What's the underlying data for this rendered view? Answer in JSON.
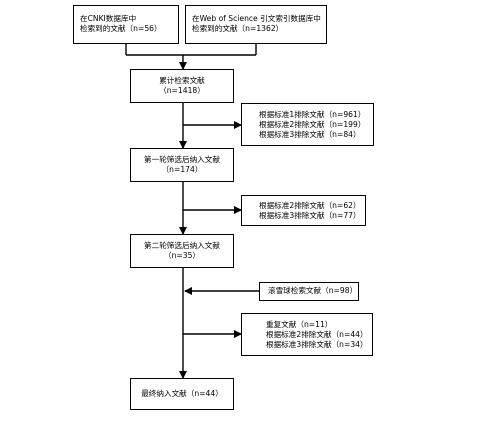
{
  "boxes": {
    "cnki": {
      "lines": [
        "在CNKI数据库中",
        "检索到的文献（n=56）"
      ]
    },
    "wos": {
      "lines": [
        "在Web of Science 引文索引数据库中",
        "检索到的文献（n=1362）"
      ]
    },
    "total": {
      "lines": [
        "累计检索文献",
        "（n=1418）"
      ]
    },
    "excl1": {
      "lines": [
        "根据标准1排除文献（n=961）",
        "根据标准2排除文献（n=199）",
        "根据标准3排除文献（n=84）"
      ]
    },
    "round1": {
      "lines": [
        "第一轮筛选后纳入文献",
        "（n=174）"
      ]
    },
    "excl2": {
      "lines": [
        "根据标准2排除文献（n=62）",
        "根据标准3排除文献（n=77）"
      ]
    },
    "round2": {
      "lines": [
        "第二轮筛选后纳入文献",
        "（n=35）"
      ]
    },
    "snowball": {
      "lines": [
        "滚雪球检索文献（n=98）"
      ]
    },
    "excl3": {
      "lines": [
        "重复文献（n=11）",
        "根据标准2排除文献（n=44）",
        "根据标准3排除文献（n=34）"
      ]
    },
    "final": {
      "lines": [
        "最终纳入文献（n=44）"
      ]
    }
  }
}
